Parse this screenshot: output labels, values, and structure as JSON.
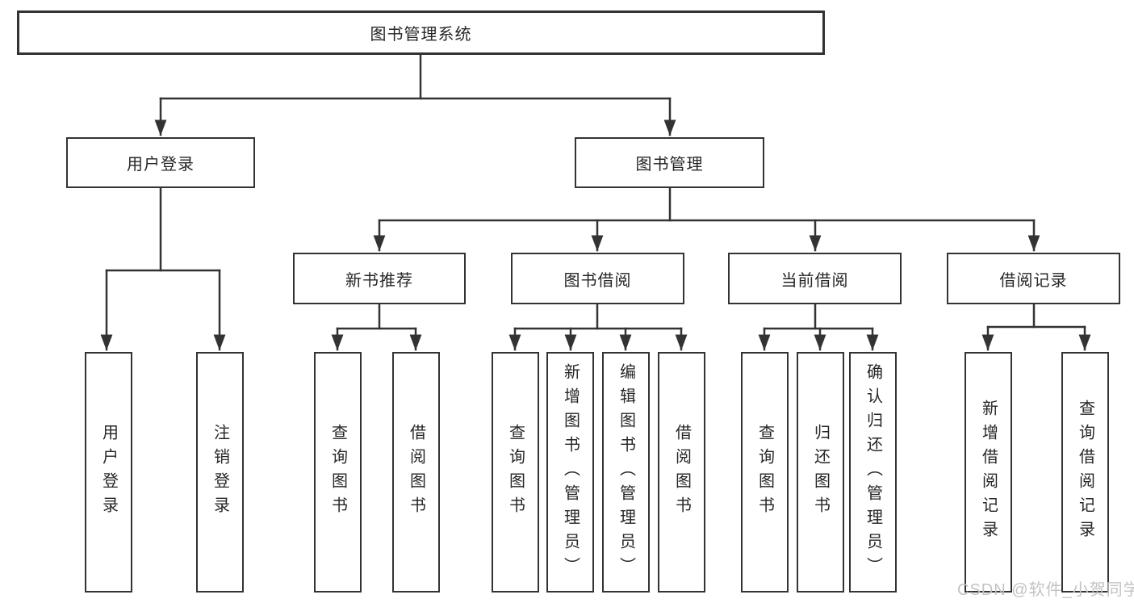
{
  "diagram": {
    "root": "图书管理系统",
    "branches": [
      {
        "label": "用户登录",
        "children": [
          "用户登录",
          "注销登录"
        ]
      },
      {
        "label": "图书管理",
        "sections": [
          {
            "label": "新书推荐",
            "children": [
              "查询图书",
              "借阅图书"
            ]
          },
          {
            "label": "图书借阅",
            "children": [
              "查询图书",
              "新增图书（管理员）",
              "编辑图书（管理员）",
              "借阅图书"
            ]
          },
          {
            "label": "当前借阅",
            "children": [
              "查询图书",
              "归还图书",
              "确认归还（管理员）"
            ]
          },
          {
            "label": "借阅记录",
            "children": [
              "新增借阅记录",
              "查询借阅记录"
            ]
          }
        ]
      }
    ]
  },
  "watermark": "CSDN @软件_小贺同学",
  "colors": {
    "line": "#333333",
    "text": "#262626",
    "background": "#ffffff",
    "watermark": "#c3c3c3"
  }
}
